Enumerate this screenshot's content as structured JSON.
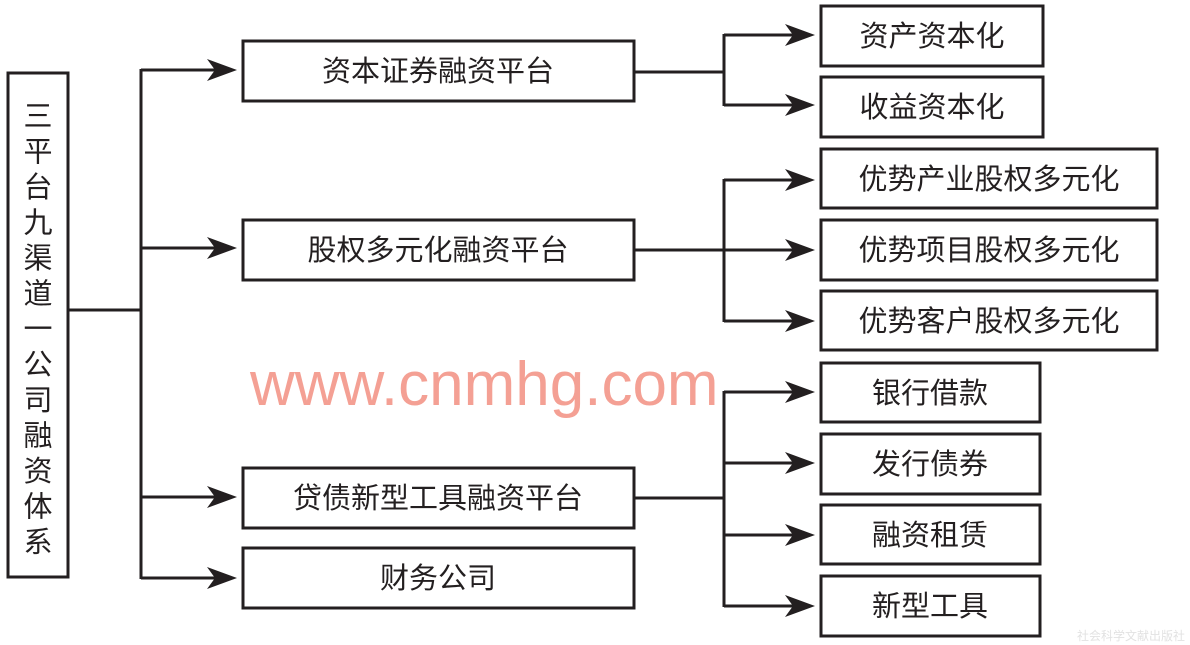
{
  "root": {
    "label": "三平台九渠道一公司融资体系"
  },
  "platforms": [
    {
      "label": "资本证券融资平台",
      "children": [
        "资产资本化",
        "收益资本化"
      ]
    },
    {
      "label": "股权多元化融资平台",
      "children": [
        "优势产业股权多元化",
        "优势项目股权多元化",
        "优势客户股权多元化"
      ]
    },
    {
      "label": "贷债新型工具融资平台",
      "children": [
        "银行借款",
        "发行债券",
        "融资租赁",
        "新型工具"
      ]
    },
    {
      "label": "财务公司",
      "children": []
    }
  ],
  "watermark": "www.cnmhg.com",
  "publisher": "社会科学文献出版社",
  "colors": {
    "line": "#231f20",
    "watermark": "#f08070"
  }
}
